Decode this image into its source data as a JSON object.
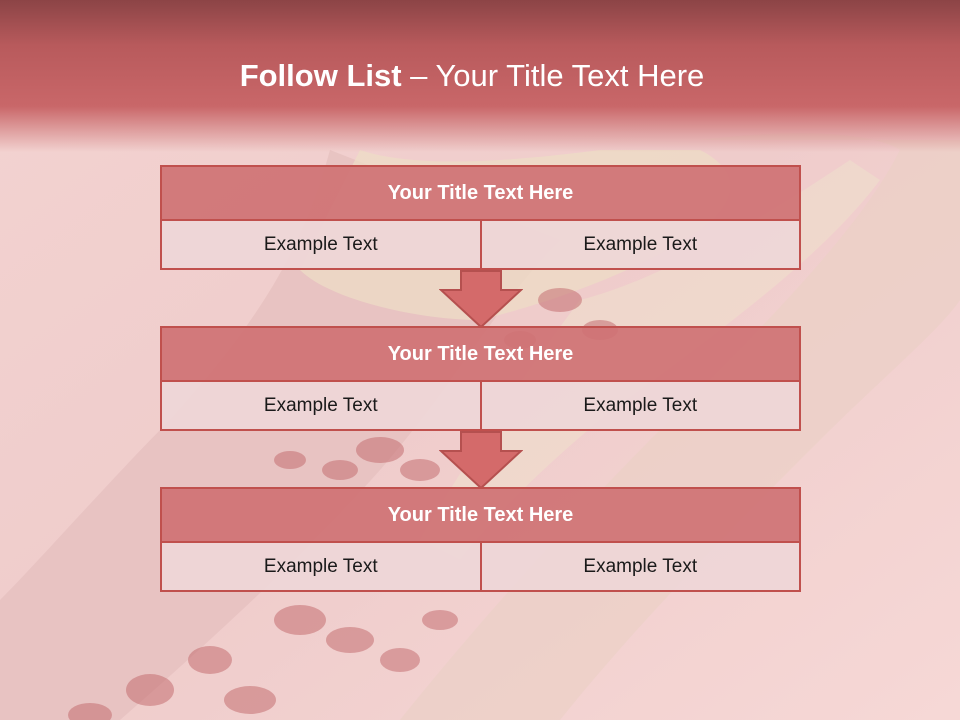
{
  "slide": {
    "title_bold": "Follow List",
    "title_rest": " – Your Title Text Here"
  },
  "steps": [
    {
      "title": "Your Title Text Here",
      "left": "Example Text",
      "right": "Example Text"
    },
    {
      "title": "Your Title Text Here",
      "left": "Example Text",
      "right": "Example Text"
    },
    {
      "title": "Your Title Text Here",
      "left": "Example Text",
      "right": "Example Text"
    }
  ],
  "colors": {
    "header": "#b85a5c",
    "block_title_fill": "#cf7274",
    "block_border": "#c0504d",
    "cell_fill": "#eed6d7",
    "arrow_fill": "#d46a6a"
  }
}
